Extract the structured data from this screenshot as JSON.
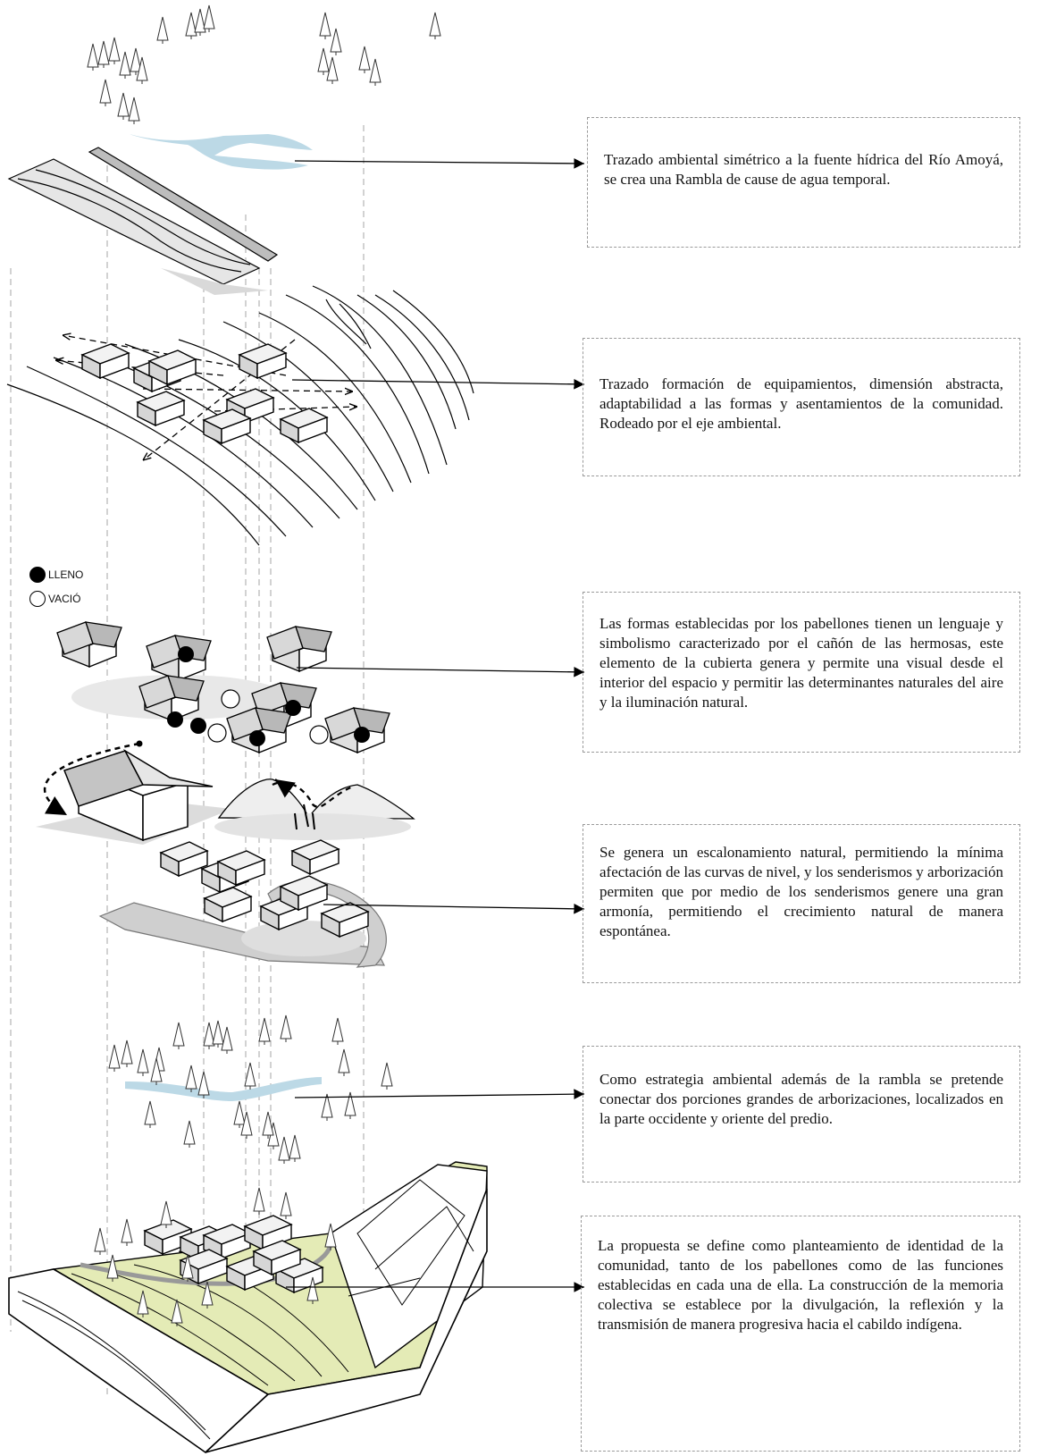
{
  "legend": {
    "filled_label": "LLENO",
    "empty_label": "VACIÓ"
  },
  "annotations": [
    {
      "text": "Trazado ambiental simétrico a la fuente hídrica del Río Amoyá, se crea una Rambla de cause de agua temporal."
    },
    {
      "text": "Trazado formación de equipamientos, dimensión abstracta, adaptabilidad a las formas y asentamientos de la comunidad. Rodeado por el eje ambiental."
    },
    {
      "text": "Las formas establecidas por los pabellones tienen un lenguaje y simbolismo caracterizado por el cañón de las hermosas, este elemento de la cubierta genera y permite una visual desde el interior del espacio y permitir las determinantes naturales del aire y la iluminación natural."
    },
    {
      "text": "Se genera un escalonamiento natural, permitiendo la mínima afectación de las curvas de nivel, y los senderismos y arborización permiten que por medio de los senderismos genere una gran armonía, permitiendo el crecimiento natural de manera espontánea."
    },
    {
      "text": "Como estrategia ambiental además de la rambla se pretende conectar dos porciones grandes de arborizaciones, localizados en la parte occidente y oriente del predio."
    },
    {
      "text": "La propuesta se define como planteamiento de identidad de la comunidad, tanto de los pabellones como de las funciones establecidas en cada una de ella. La construcción de la memoria colectiva se establece por la divulgación, la reflexión y la transmisión de manera progresiva hacia el cabildo indígena."
    }
  ],
  "colors": {
    "water": "#bcd9e6",
    "terrain": "#e4ebb6",
    "shadow": "#d9d9d9",
    "block_side": "#bdbdbd"
  }
}
